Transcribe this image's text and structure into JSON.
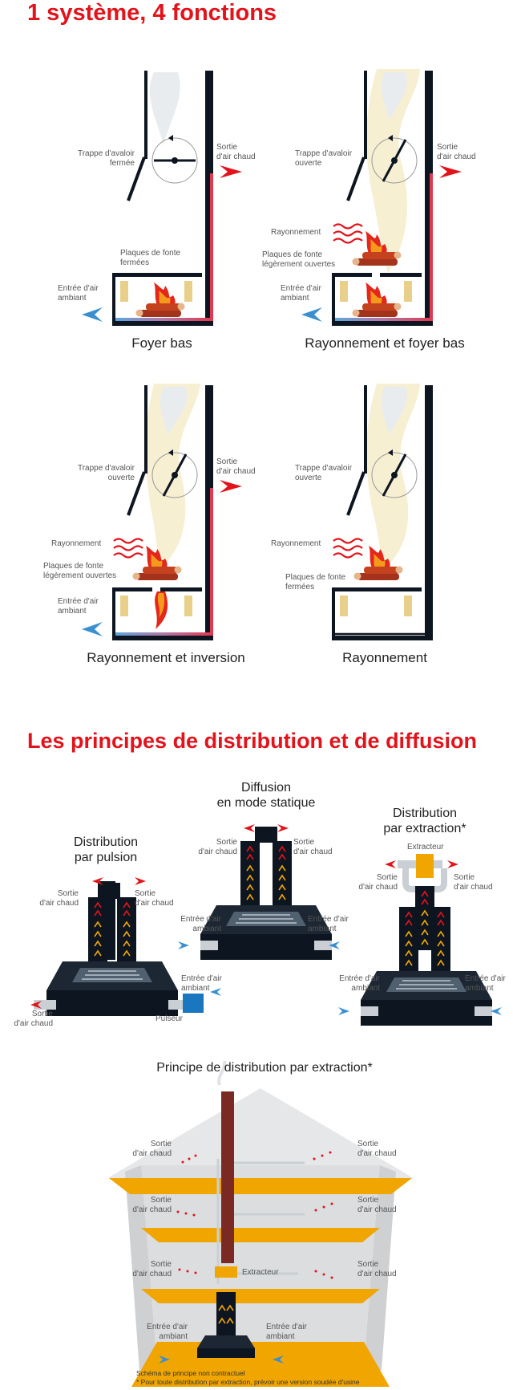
{
  "titles": {
    "system": "1 système, 4 fonctions",
    "distribution": "Les principes de distribution et de diffusion",
    "extraction_principle": "Principe de distribution par extraction*"
  },
  "panels": [
    {
      "caption": "Foyer bas",
      "trappe": "Trappe d'avaloir\nfermée",
      "sortie": "Sortie\nd'air chaud",
      "plaques": "Plaques de fonte\nfermées",
      "entree": "Entrée d'air\nambiant"
    },
    {
      "caption": "Rayonnement et foyer bas",
      "trappe": "Trappe d'avaloir\nouverte",
      "sortie": "Sortie\nd'air chaud",
      "rayonnement": "Rayonnement",
      "plaques": "Plaques de fonte\nlégèrement ouvertes",
      "entree": "Entrée d'air\nambiant"
    },
    {
      "caption": "Rayonnement et inversion",
      "trappe": "Trappe d'avaloir\nouverte",
      "sortie": "Sortie\nd'air chaud",
      "rayonnement": "Rayonnement",
      "plaques": "Plaques de fonte\nlégèrement ouvertes",
      "entree": "Entrée d'air\nambiant"
    },
    {
      "caption": "Rayonnement",
      "trappe": "Trappe d'avaloir\nouverte",
      "rayonnement": "Rayonnement",
      "plaques": "Plaques de fonte\nfermées"
    }
  ],
  "distribution": {
    "pulsion": {
      "title": "Distribution\npar pulsion",
      "sortie": "Sortie\nd'air chaud",
      "entree": "Entrée d'air\nambiant",
      "pulseur": "Pulseur"
    },
    "statique": {
      "title": "Diffusion\nen mode statique",
      "sortie": "Sortie\nd'air chaud",
      "entree": "Entrée d'air\nambiant"
    },
    "extraction": {
      "title": "Distribution\npar extraction*",
      "extracteur": "Extracteur",
      "sortie": "Sortie\nd'air chaud",
      "entree": "Entrée d'air\nambiant"
    }
  },
  "house": {
    "sortie": "Sortie\nd'air chaud",
    "extracteur": "Extracteur",
    "entree": "Entrée d'air\nambiant"
  },
  "notes": {
    "line1": "Schéma de principe non contractuel",
    "line2": "* Pour toute distribution par extraction, prévoir une version soudée d'usine"
  },
  "colors": {
    "title_red": "#e2131b",
    "insert_black": "#0d1520",
    "hot_air": "#e03a52",
    "cold_air": "#3a8fd0",
    "smoke": "#f6efd2",
    "floor_orange": "#e8a800"
  }
}
